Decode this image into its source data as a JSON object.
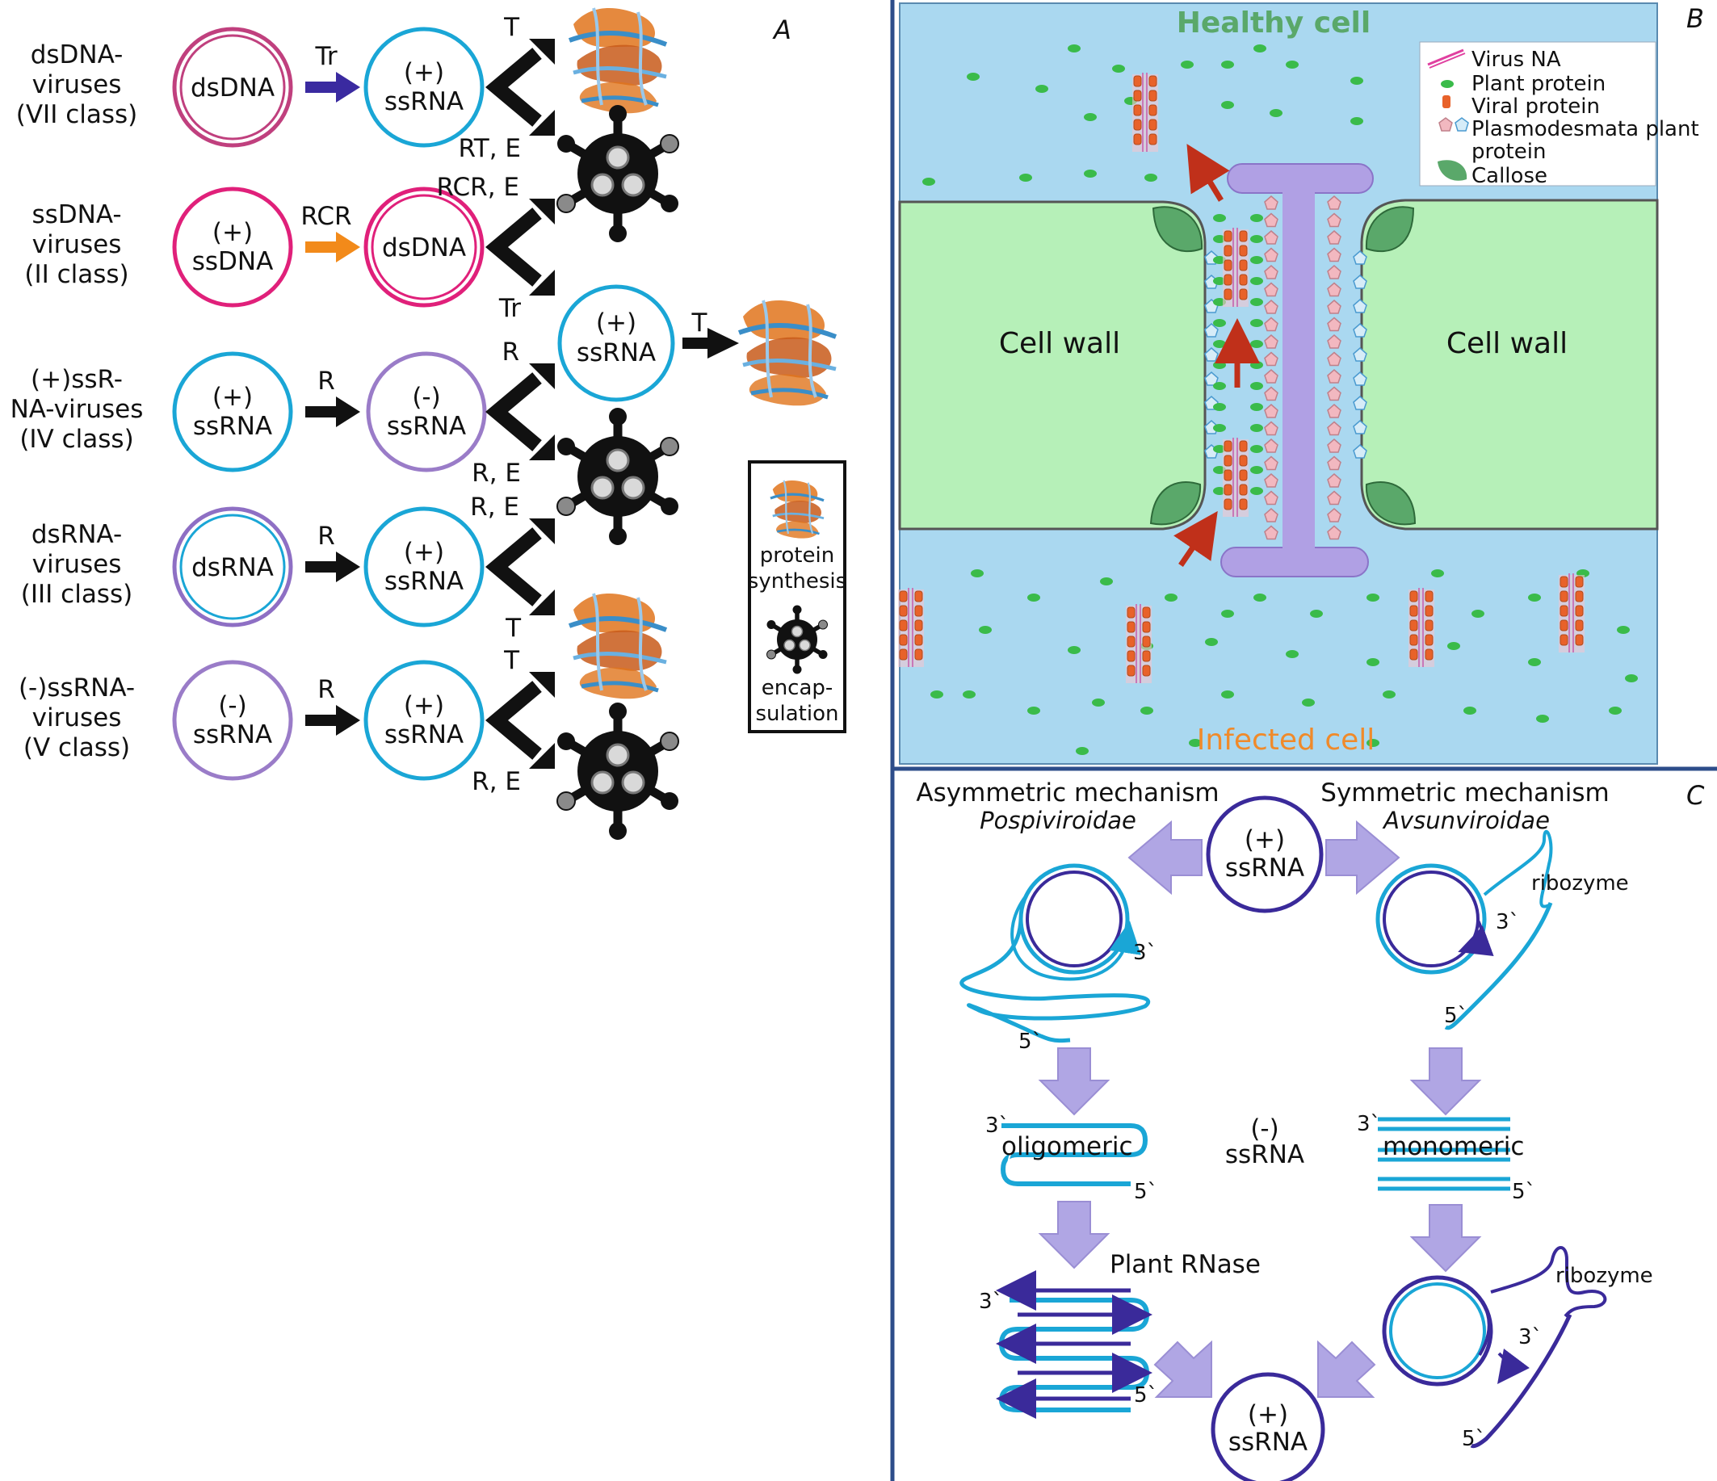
{
  "colors": {
    "dsdna_ring": "#c0407e",
    "ssdna_ring": "#e0207a",
    "ssrna_plus_ring": "#1aa6d6",
    "ssrna_minus_ring": "#9a7cc8",
    "dsrna_ring": "#8e6fc4",
    "arrow_tr": "#3a2aa0",
    "arrow_rcr": "#f28a1a",
    "healthy_label": "#5aa86a",
    "infected_label": "#f08a2a",
    "cytoplasm": "#aad8f0",
    "cell_wall": "#b6f0b8",
    "plasmodesma": "#b0a0e4",
    "callose": "#5aa86a",
    "rna_light": "#1aa6d6",
    "rna_dark": "#3a2a9a",
    "big_arrow": "#b0a6e4",
    "panel_border": "#2d4d8a"
  },
  "panel_a": {
    "letter": "A",
    "rows": [
      {
        "class_lines": [
          "dsDNA-",
          "viruses",
          "(VII class)"
        ],
        "genome_lines": [
          "dsDNA"
        ],
        "step": "Tr",
        "product_lines": [
          "(+)",
          "ssRNA"
        ],
        "upper_label": "T",
        "lower_label": "RT, E"
      },
      {
        "class_lines": [
          "ssDNA-",
          "viruses",
          "(II class)"
        ],
        "genome_lines": [
          "(+)",
          "ssDNA"
        ],
        "step": "RCR",
        "product_lines": [
          "dsDNA"
        ],
        "upper_label": "RCR, E",
        "lower_label": "Tr"
      },
      {
        "class_lines": [
          "(+)ssR-",
          "NA-viruses",
          "(IV class)"
        ],
        "genome_lines": [
          "(+)",
          "ssRNA"
        ],
        "step": "R",
        "product_lines": [
          "(-)",
          "ssRNA"
        ],
        "upper_label": "R",
        "lower_label": "R, E"
      },
      {
        "class_lines": [
          "dsRNA-",
          "viruses",
          "(III class)"
        ],
        "genome_lines": [
          "dsRNA"
        ],
        "step": "R",
        "product_lines": [
          "(+)",
          "ssRNA"
        ],
        "upper_label": "R, E",
        "lower_label": "T"
      },
      {
        "class_lines": [
          "(-)ssRNA-",
          "viruses",
          "(V class)"
        ],
        "genome_lines": [
          "(-)",
          "ssRNA"
        ],
        "step": "R",
        "product_lines": [
          "(+)",
          "ssRNA"
        ],
        "upper_label": "T",
        "lower_label": "R, E"
      }
    ],
    "extra_node_lines": [
      "(+)",
      "ssRNA"
    ],
    "extra_step": "T",
    "legend_protein_lines": [
      "protein",
      "synthesis"
    ],
    "legend_encap_lines": [
      "encap-",
      "sulation"
    ]
  },
  "panel_b": {
    "letter": "B",
    "top_label": "Healthy cell",
    "bottom_label": "Infected cell",
    "left_wall": "Cell wall",
    "right_wall": "Cell wall",
    "legend": [
      "Virus NA",
      "Plant protein",
      "Viral protein",
      "Plasmodesmata plant",
      "protein",
      "Callose"
    ]
  },
  "panel_c": {
    "letter": "C",
    "left_title": "Asymmetric mechanism",
    "left_family": "Pospiviroidae",
    "right_title": "Symmetric mechanism",
    "right_family": "Avsunviroidae",
    "top_node_lines": [
      "(+)",
      "ssRNA"
    ],
    "center_lines": [
      "(-)",
      "ssRNA"
    ],
    "bottom_node_lines": [
      "(+)",
      "ssRNA"
    ],
    "oligomeric": "oligomeric",
    "monomeric": "monomeric",
    "plant_rnase": "Plant RNase",
    "ribozyme": "ribozyme",
    "three_prime": "3`",
    "five_prime": "5`"
  }
}
